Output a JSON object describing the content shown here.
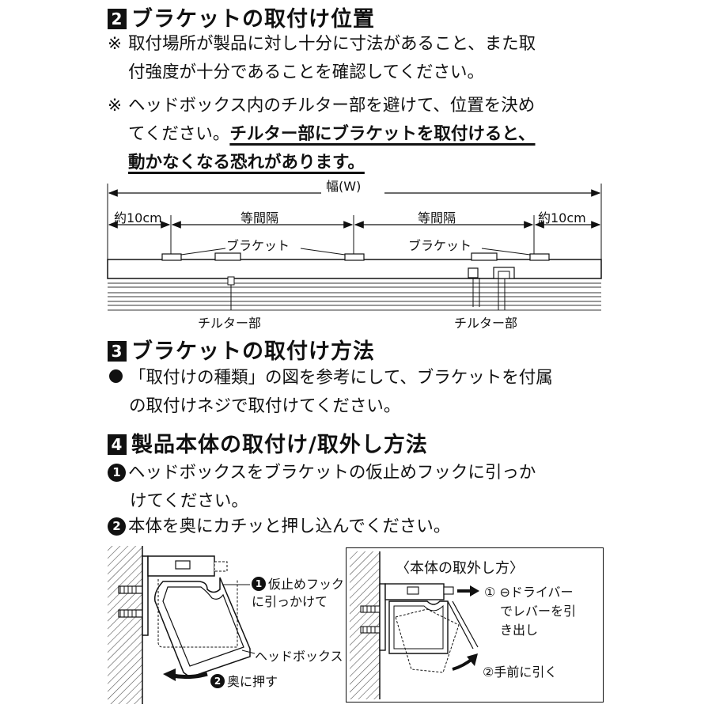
{
  "section2": {
    "number": "2",
    "title": "ブラケットの取付け位置",
    "note_mark": "※",
    "note1": [
      "取付場所が製品に対し十分に寸法があること、また取",
      "付強度が十分であることを確認してください。"
    ],
    "note2_line1": "ヘッドボックス内のチルター部を避けて、位置を決め",
    "note2_line2_normal": "てください。",
    "note2_line2_bold": "チルター部にブラケットを取付けると、",
    "note2_line3_bold": "動かなくなる恐れがあります。"
  },
  "diagram1": {
    "width_label": "幅(W)",
    "left_margin": "約10cm",
    "right_margin": "約10cm",
    "equal_left": "等間隔",
    "equal_right": "等間隔",
    "bracket_left": "ブラケット",
    "bracket_right": "ブラケット",
    "tilter_left": "チルター部",
    "tilter_right": "チルター部"
  },
  "section3": {
    "number": "3",
    "title": "ブラケットの取付け方法",
    "lines": [
      "「取付けの種類」の図を参考にして、ブラケットを付属",
      "の取付けネジで取付けてください。"
    ]
  },
  "section4": {
    "number": "4",
    "title": "製品本体の取付け/取外し方法",
    "step1_num": "1",
    "step1": [
      "ヘッドボックスをブラケットの仮止めフックに引っか",
      "けてください。"
    ],
    "step2_num": "2",
    "step2": "本体を奥にカチッと押し込んでください。"
  },
  "diagram2": {
    "hook_num": "1",
    "hook_label": [
      "仮止めフック",
      "に引っかけて"
    ],
    "headbox_label": "ヘッドボックス",
    "push_num": "2",
    "push_label": "奥に押す"
  },
  "diagram3": {
    "title": "〈本体の取外し方〉",
    "step1_mark": "①",
    "step1": [
      "⊖ドライバー",
      "でレバーを引",
      "き出し"
    ],
    "step2": "②手前に引く"
  }
}
